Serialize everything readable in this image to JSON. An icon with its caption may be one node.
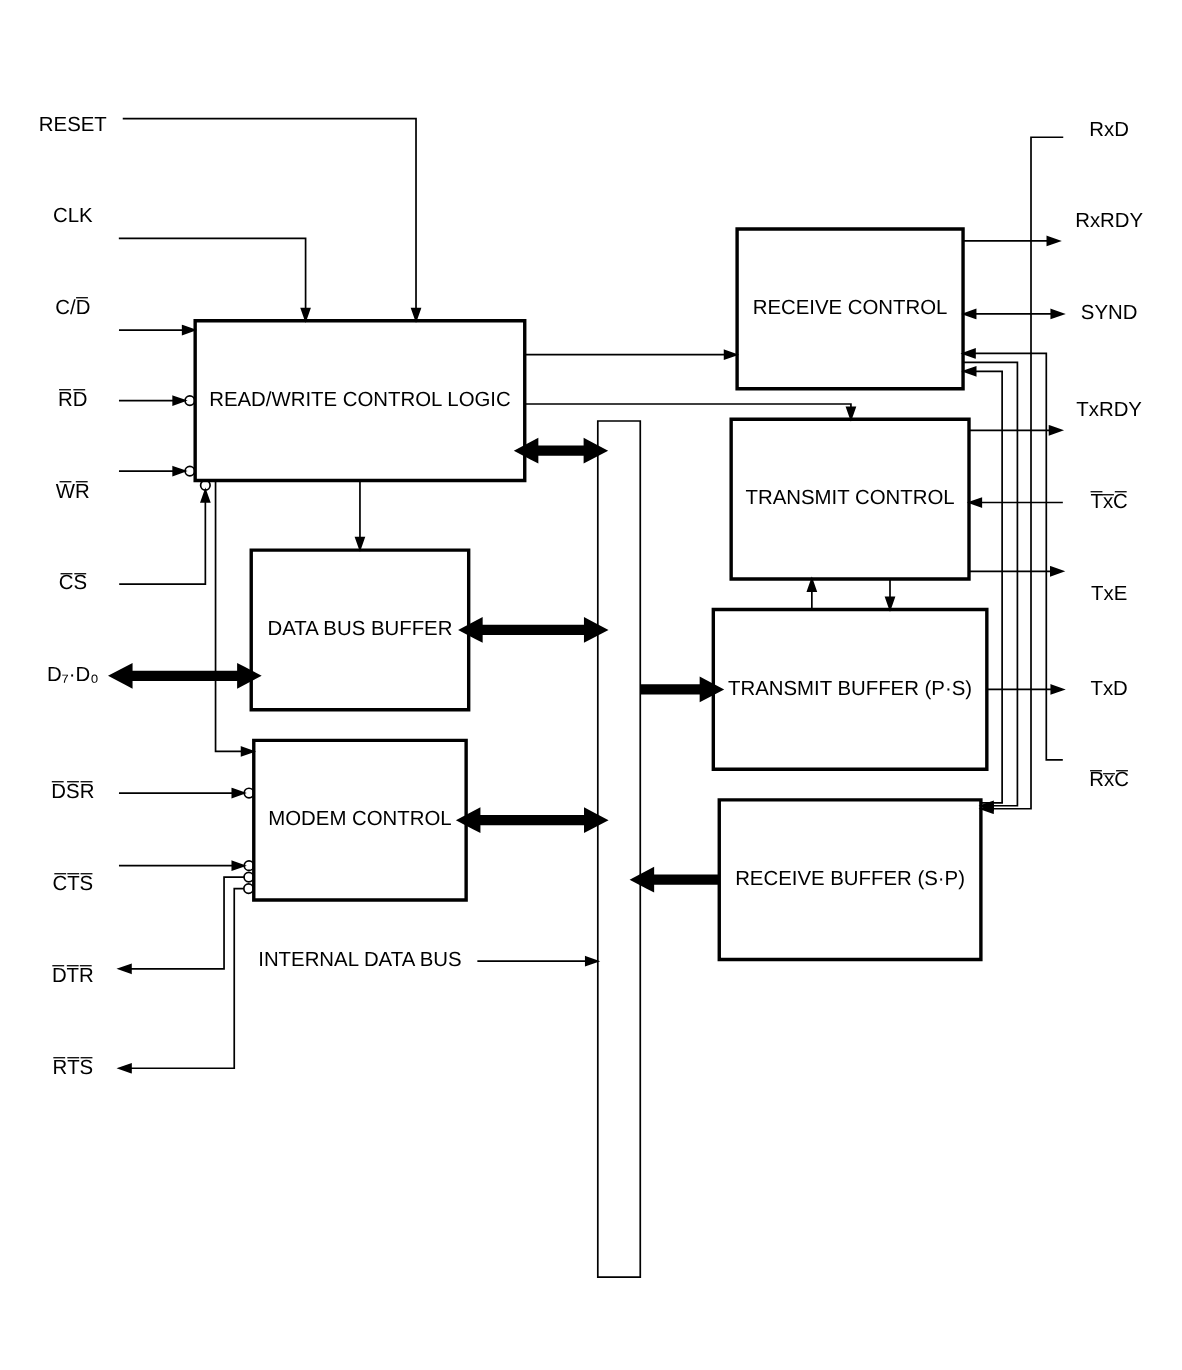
{
  "diagram": {
    "nodes": [
      {
        "text": [
          "D₇·D₀"
        ]
      },
      {
        "text": [
          "DATA BUS BUFFER"
        ]
      },
      {
        "text": [
          "TRANSMIT BUFFER (P·S)"
        ]
      },
      {
        "text": [
          "TxD"
        ]
      },
      {
        "text": [
          "RESET"
        ]
      },
      {
        "text": [
          "CLK"
        ]
      },
      {
        "text": [
          "C/D̅"
        ]
      },
      {
        "text": [
          "R̅D̅"
        ]
      },
      {
        "text": [
          "W̅R̅"
        ]
      },
      {
        "text": [
          "READ/WRITE CONTROL LOGIC"
        ]
      },
      {
        "text": [
          "TRANSMIT CONTROL"
        ]
      },
      {
        "text": [
          "TxRDY"
        ]
      },
      {
        "text": [
          "TxE"
        ]
      },
      {
        "text": [
          "T̅x̅C̅"
        ]
      },
      {
        "text": [
          "C̅S̅"
        ]
      },
      {
        "text": [
          "D̅S̅R̅"
        ]
      },
      {
        "text": [
          "D̅T̅R̅"
        ]
      },
      {
        "text": [
          "C̅T̅S̅"
        ]
      },
      {
        "text": [
          "R̅T̅S̅"
        ]
      },
      {
        "text": [
          "MODEM CONTROL"
        ]
      },
      {
        "text": [
          "RECEIVE BUFFER (S·P)"
        ]
      },
      {
        "text": [
          "RxD"
        ]
      },
      {
        "text": [
          "RECEIVE CONTROL"
        ]
      },
      {
        "text": [
          "RxRDY"
        ]
      },
      {
        "text": [
          "R̅x̅C̅"
        ]
      },
      {
        "text": [
          "SYND"
        ]
      },
      {
        "text": [
          "INTERNAL DATA BUS"
        ]
      },
      {
        "text": [],
        "shape": "bar"
      }
    ],
    "edges": [
      {
        "from": 0,
        "to": 1,
        "arrow": "both",
        "style": "thick"
      },
      {
        "from": 1,
        "to": 27,
        "arrow": "both",
        "style": "thick"
      },
      {
        "from": 27,
        "to": 2,
        "arrow": "to",
        "style": "thick"
      },
      {
        "from": 2,
        "to": 3,
        "arrow": "to"
      },
      {
        "from": 9,
        "to": 1,
        "arrow": "to"
      },
      {
        "from": 4,
        "to": 9,
        "arrow": "to"
      },
      {
        "from": 5,
        "to": 9,
        "arrow": "to"
      },
      {
        "from": 6,
        "to": 9,
        "arrow": "to"
      },
      {
        "from": 7,
        "to": 9,
        "arrow": "to"
      },
      {
        "from": 8,
        "to": 9,
        "arrow": "to"
      },
      {
        "from": 14,
        "to": 9,
        "arrow": "to"
      },
      {
        "from": 9,
        "to": 27,
        "arrow": "both",
        "style": "thick"
      },
      {
        "from": 9,
        "to": 19,
        "arrow": "to"
      },
      {
        "from": 9,
        "to": 10,
        "arrow": "to"
      },
      {
        "from": 9,
        "to": 22,
        "arrow": "to"
      },
      {
        "from": 10,
        "to": 2,
        "arrow": "to"
      },
      {
        "from": 2,
        "to": 10,
        "arrow": "to"
      },
      {
        "from": 10,
        "to": 11,
        "arrow": "to"
      },
      {
        "from": 10,
        "to": 12,
        "arrow": "to"
      },
      {
        "from": 13,
        "to": 10,
        "arrow": "to"
      },
      {
        "from": 15,
        "to": 19,
        "arrow": "to"
      },
      {
        "from": 19,
        "to": 16,
        "arrow": "to"
      },
      {
        "from": 17,
        "to": 19,
        "arrow": "to"
      },
      {
        "from": 19,
        "to": 18,
        "arrow": "to"
      },
      {
        "from": 19,
        "to": 27,
        "arrow": "both",
        "style": "thick"
      },
      {
        "from": 20,
        "to": 27,
        "arrow": "to",
        "style": "thick"
      },
      {
        "from": 21,
        "to": 20,
        "arrow": "to"
      },
      {
        "from": 22,
        "to": 20,
        "arrow": "to"
      },
      {
        "from": 20,
        "to": 22,
        "arrow": "to"
      },
      {
        "from": 22,
        "to": 23,
        "arrow": "to"
      },
      {
        "from": 24,
        "to": 22,
        "arrow": "to"
      },
      {
        "from": 22,
        "to": 25,
        "arrow": "both"
      },
      {
        "from": 26,
        "to": 27,
        "arrow": "to"
      }
    ]
  }
}
